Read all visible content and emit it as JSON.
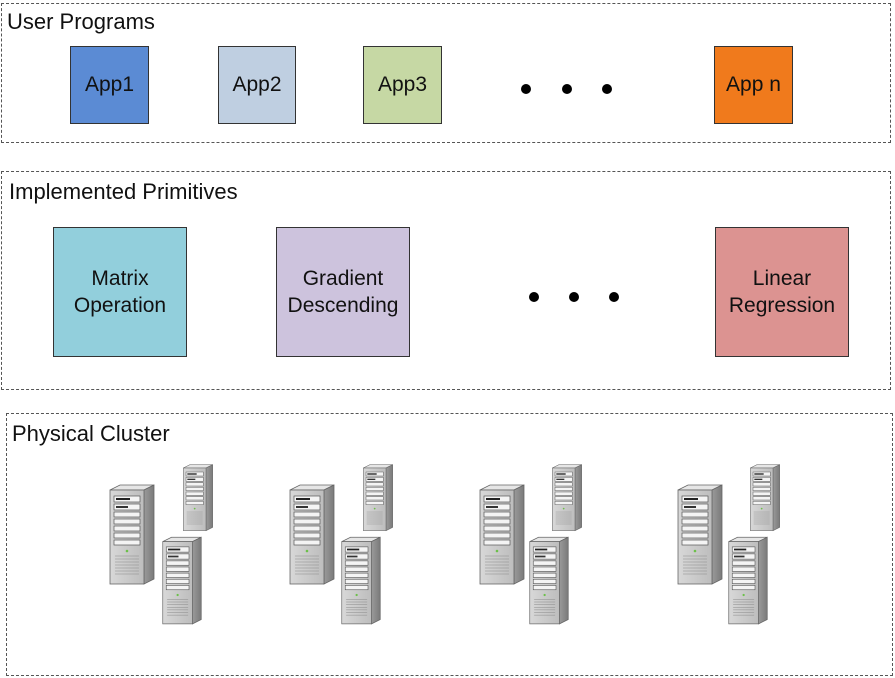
{
  "layers": {
    "user_programs": {
      "title": "User Programs",
      "apps": [
        {
          "label": "App1",
          "color": "#5b8bd4"
        },
        {
          "label": "App2",
          "color": "#bfcfe1"
        },
        {
          "label": "App3",
          "color": "#c6d8a4"
        },
        {
          "label": "App n",
          "color": "#f07a1c"
        }
      ]
    },
    "primitives": {
      "title": "Implemented Primitives",
      "items": [
        {
          "label": "Matrix\nOperation",
          "color": "#92cfdc"
        },
        {
          "label": "Gradient\nDescending",
          "color": "#cdc3dd"
        },
        {
          "label": "Linear\nRegression",
          "color": "#dc9391"
        }
      ]
    },
    "physical_cluster": {
      "title": "Physical Cluster",
      "server_groups": 4,
      "server_icon": "server-tower-icon"
    }
  },
  "ellipsis_icon": "ellipsis-dots"
}
